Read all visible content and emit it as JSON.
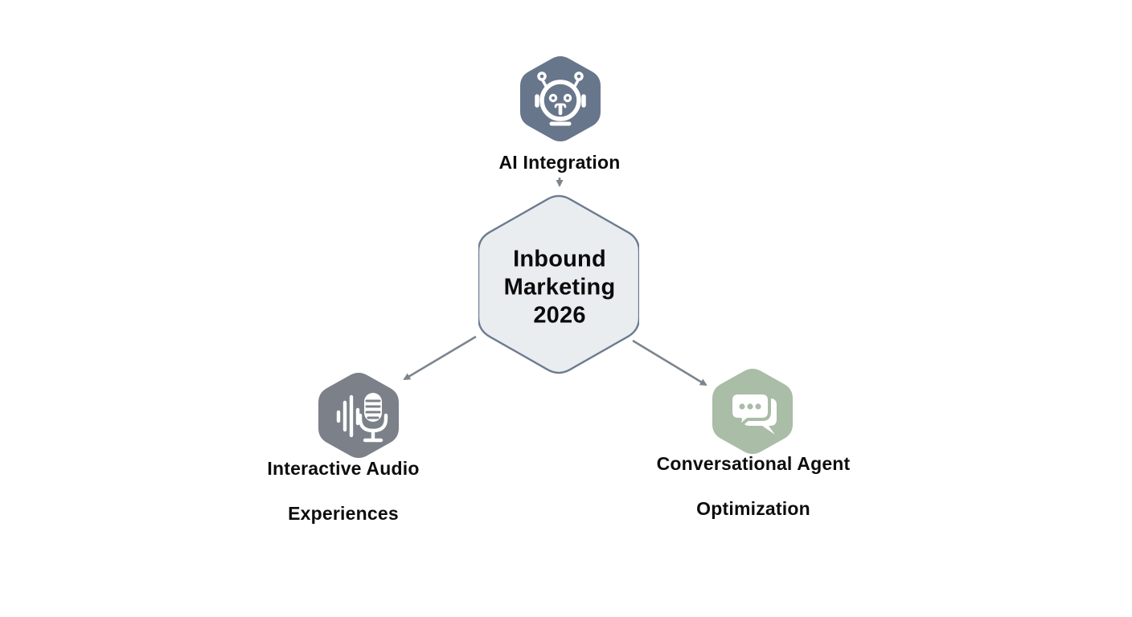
{
  "diagram": {
    "title": "Inbound Marketing 2026 mind map",
    "background": "#ffffff",
    "text_color": "#0d0d0d",
    "arrow_color": "#7c858e",
    "center": {
      "label": "Inbound Marketing 2026",
      "lines": [
        "Inbound",
        "Marketing",
        "2026"
      ],
      "fill": "#e9edf0",
      "border": "#6d7c90",
      "shape": "hexagon"
    },
    "nodes": [
      {
        "id": "ai-integration",
        "label": "AI Integration",
        "icon": "robot-icon",
        "color": "#68768c",
        "position": "top",
        "shape": "hexagon"
      },
      {
        "id": "interactive-audio",
        "label": "Interactive Audio Experiences",
        "lines": [
          "Interactive Audio",
          "Experiences"
        ],
        "icon": "microphone-waveform-icon",
        "color": "#7b8089",
        "position": "bottom-left",
        "shape": "hexagon"
      },
      {
        "id": "conversational-agent",
        "label": "Conversational Agent Optimization",
        "lines": [
          "Conversational Agent",
          "Optimization"
        ],
        "icon": "chat-bubbles-icon",
        "color": "#a9bda7",
        "position": "bottom-right",
        "shape": "hexagon"
      }
    ],
    "connectors": [
      {
        "from": "ai-integration",
        "to": "center"
      },
      {
        "from": "center",
        "to": "interactive-audio"
      },
      {
        "from": "center",
        "to": "conversational-agent"
      }
    ]
  }
}
